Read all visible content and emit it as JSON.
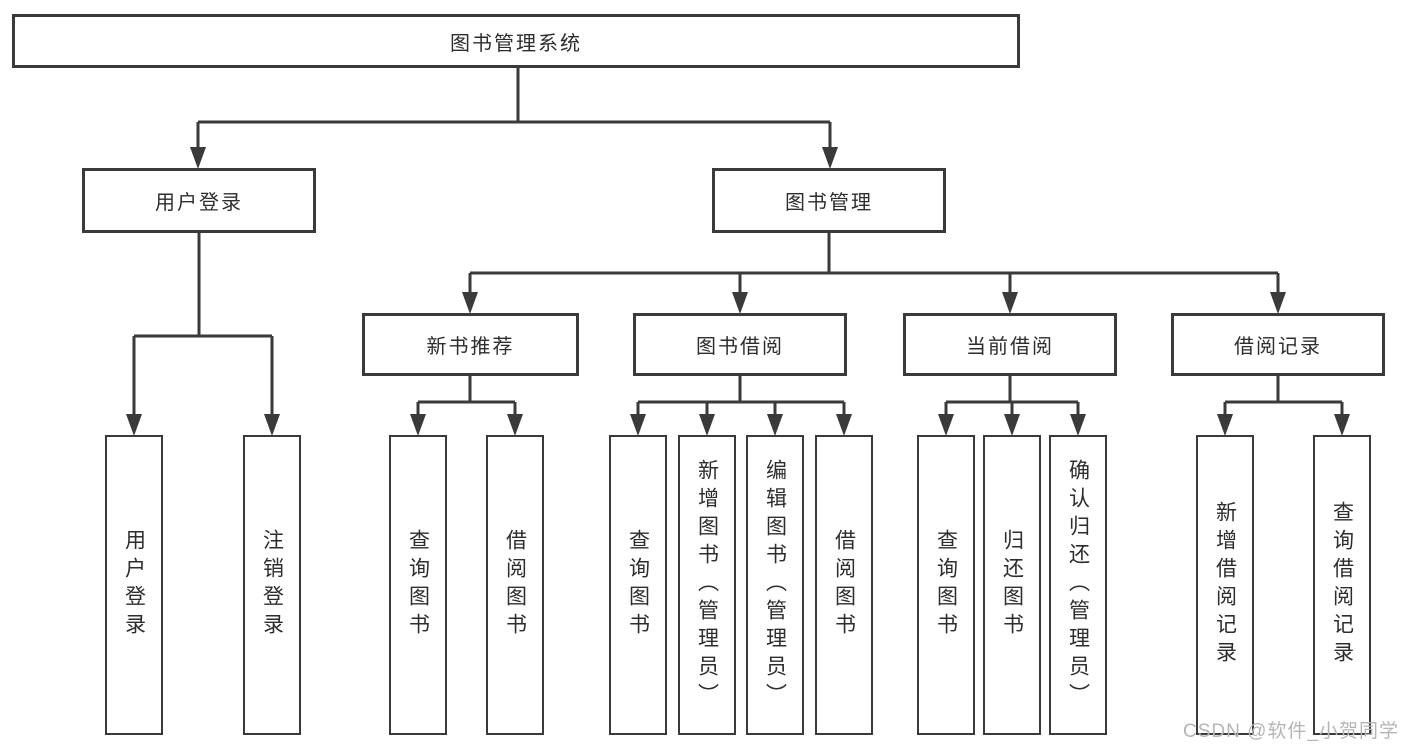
{
  "colors": {
    "line": "#3a3a3a",
    "text": "#2d2d2d",
    "watermark": "#b5b5b5",
    "box_background": "#ffffff",
    "page_background": "#ffffff"
  },
  "tree": {
    "label": "图书管理系统",
    "children": [
      {
        "label": "用户登录",
        "children": [
          {
            "label": "用户登录"
          },
          {
            "label": "注销登录"
          }
        ]
      },
      {
        "label": "图书管理",
        "children": [
          {
            "label": "新书推荐",
            "children": [
              {
                "label": "查询图书"
              },
              {
                "label": "借阅图书"
              }
            ]
          },
          {
            "label": "图书借阅",
            "children": [
              {
                "label": "查询图书"
              },
              {
                "label": "新增图书（管理员）"
              },
              {
                "label": "编辑图书（管理员）"
              },
              {
                "label": "借阅图书"
              }
            ]
          },
          {
            "label": "当前借阅",
            "children": [
              {
                "label": "查询图书"
              },
              {
                "label": "归还图书"
              },
              {
                "label": "确认归还（管理员）"
              }
            ]
          },
          {
            "label": "借阅记录",
            "children": [
              {
                "label": "新增借阅记录"
              },
              {
                "label": "查询借阅记录"
              }
            ]
          }
        ]
      }
    ]
  },
  "watermark": {
    "text": "CSDN @软件_小贺同学"
  }
}
